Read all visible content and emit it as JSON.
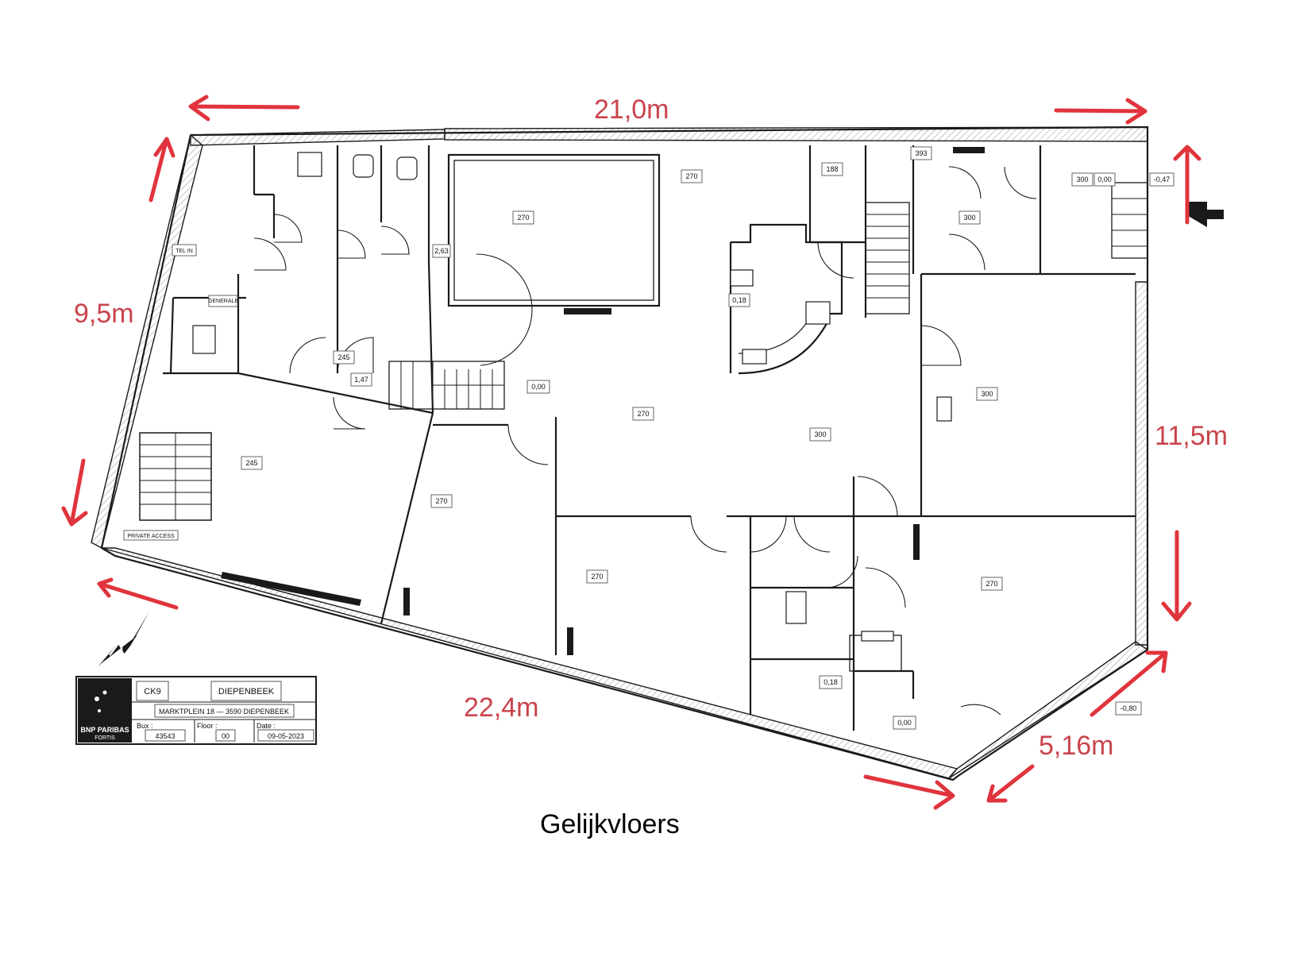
{
  "dimensions": {
    "top": "21,0m",
    "left": "9,5m",
    "right": "11,5m",
    "bottom": "22,4m",
    "corner": "5,16m"
  },
  "caption": "Gelijkvloers",
  "title_block": {
    "code": "CK9",
    "city": "DIEPENBEEK",
    "address": "MARKTPLEIN  18  —  3590  DIEPENBEEK",
    "bux_label": "Bux :",
    "bux_value": "43543",
    "floor_label": "Floor :",
    "floor_value": "00",
    "date_label": "Date :",
    "date_value": "09-05-2023",
    "logo_text_1": "BNP PARIBAS",
    "logo_text_2": "FORTIS"
  },
  "labels": {
    "private_access": "PRIVATE ACCESS",
    "generale": "GENERALE",
    "tel_in": "TEL IN"
  },
  "room_tags": [
    {
      "id": "tag-270-vault",
      "text": "270"
    },
    {
      "id": "tag-270-top",
      "text": "270"
    },
    {
      "id": "tag-188",
      "text": "188"
    },
    {
      "id": "tag-393",
      "text": "393"
    },
    {
      "id": "tag-300-a",
      "text": "300"
    },
    {
      "id": "tag-000-a",
      "text": "0,00"
    },
    {
      "id": "tag-047",
      "text": "-0,47"
    },
    {
      "id": "tag-300-b",
      "text": "300"
    },
    {
      "id": "tag-263",
      "text": "2,63"
    },
    {
      "id": "tag-018-a",
      "text": "0,18"
    },
    {
      "id": "tag-245-a",
      "text": "245"
    },
    {
      "id": "tag-147",
      "text": "1,47"
    },
    {
      "id": "tag-000-b",
      "text": "0,00"
    },
    {
      "id": "tag-270-center",
      "text": "270"
    },
    {
      "id": "tag-300-c",
      "text": "300"
    },
    {
      "id": "tag-300-d",
      "text": "300"
    },
    {
      "id": "tag-245-b",
      "text": "245"
    },
    {
      "id": "tag-270-mid",
      "text": "270"
    },
    {
      "id": "tag-270-low",
      "text": "270"
    },
    {
      "id": "tag-270-right",
      "text": "270"
    },
    {
      "id": "tag-018-b",
      "text": "0,18"
    },
    {
      "id": "tag-000-c",
      "text": "0,00"
    },
    {
      "id": "tag-080",
      "text": "-0,80"
    }
  ],
  "colors": {
    "annotation_red": "#e0343c",
    "dimension_text": "#c9444c",
    "line": "#1a1a1a"
  },
  "icons": [
    "north-arrow-icon",
    "entrance-arrow-icon",
    "bnp-paribas-logo-icon"
  ]
}
